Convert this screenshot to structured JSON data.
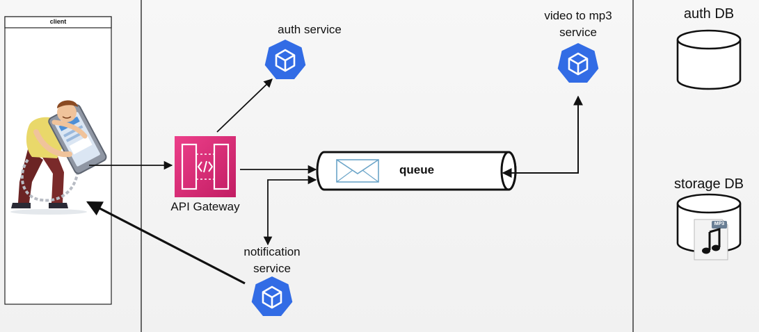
{
  "client": {
    "title": "client"
  },
  "auth_service": {
    "label": "auth service"
  },
  "video_service": {
    "label_line1": "video to mp3",
    "label_line2": "service"
  },
  "api_gateway": {
    "label": "API Gateway"
  },
  "queue": {
    "label": "queue"
  },
  "notification_service": {
    "label_line1": "notification",
    "label_line2": "service"
  },
  "auth_db": {
    "label": "auth DB"
  },
  "storage_db": {
    "label": "storage DB",
    "badge": "MP3"
  },
  "colors": {
    "k8s_blue": "#326CE5",
    "gateway_pink": "#D6246E",
    "stroke": "#111111",
    "envelope": "#6aa4c8"
  }
}
